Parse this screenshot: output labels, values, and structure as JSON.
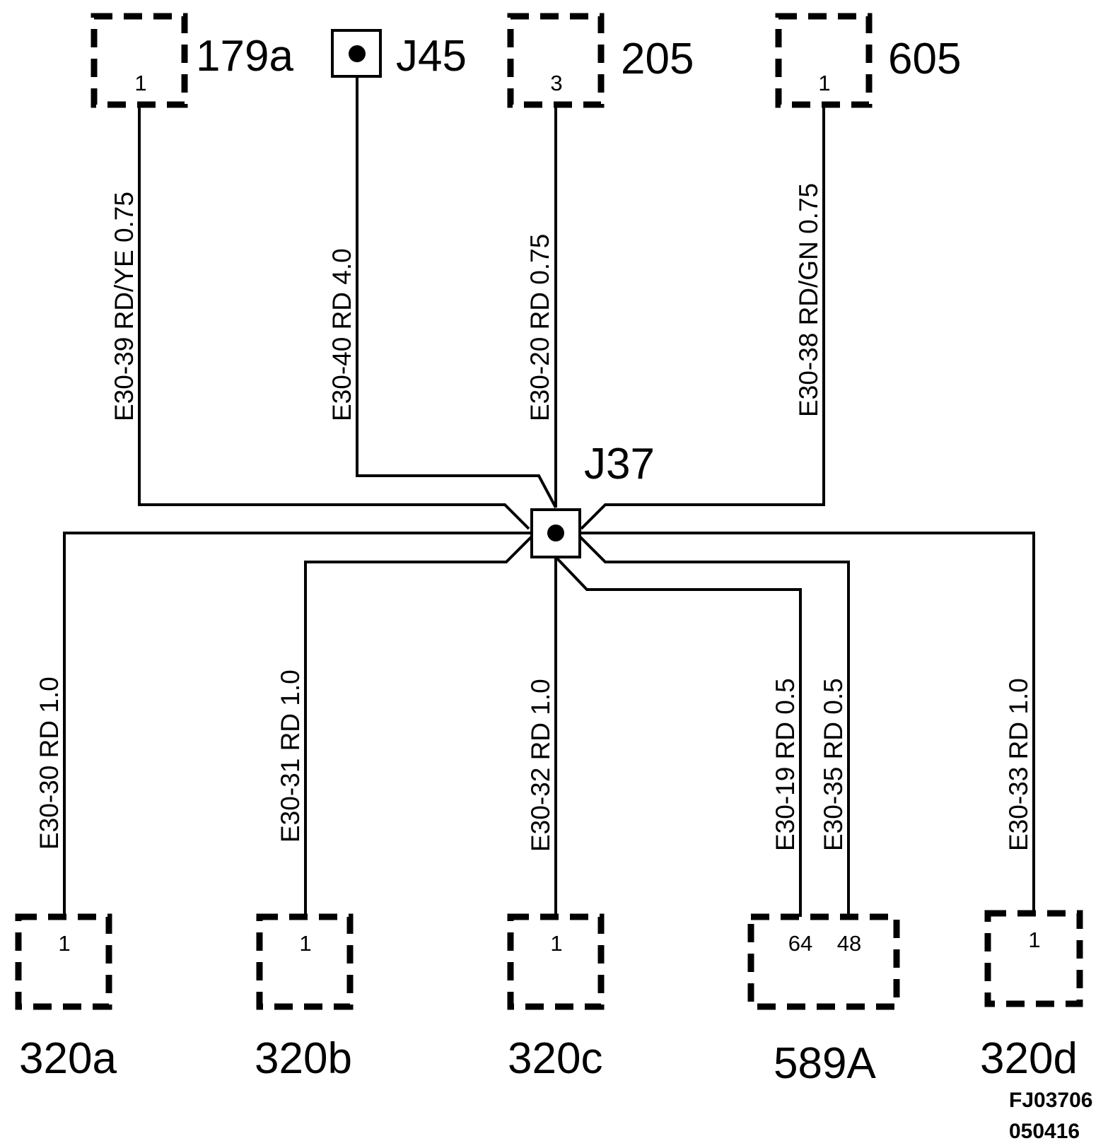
{
  "connectors_top": [
    {
      "name": "179a",
      "pin": "1"
    },
    {
      "name": "205",
      "pin": "3"
    },
    {
      "name": "605",
      "pin": "1"
    }
  ],
  "connectors_bottom": [
    {
      "name": "320a",
      "pin": "1"
    },
    {
      "name": "320b",
      "pin": "1"
    },
    {
      "name": "320c",
      "pin": "1"
    },
    {
      "name": "589A",
      "pins": [
        "64",
        "48"
      ]
    },
    {
      "name": "320d",
      "pin": "1"
    }
  ],
  "splices": {
    "j45": "J45",
    "j37": "J37"
  },
  "wires": {
    "w179a": "E30-39   RD/YE   0.75",
    "wJ45": "E30-40 RD   4.0",
    "w205": "E30-20 RD   0.75",
    "w605": "E30-38  RD/GN 0.75",
    "w320a": "E30-30   RD 1.0",
    "w320b": "E30-31   RD 1.0",
    "w320c": "E30-32   RD 1.0",
    "w589_64": "E30-19   RD 0.5",
    "w589_48": "E30-35  RD 0.5",
    "w320d": "E30-33   RD 1.0"
  },
  "figure_code": [
    "FJ03706",
    "050416"
  ]
}
